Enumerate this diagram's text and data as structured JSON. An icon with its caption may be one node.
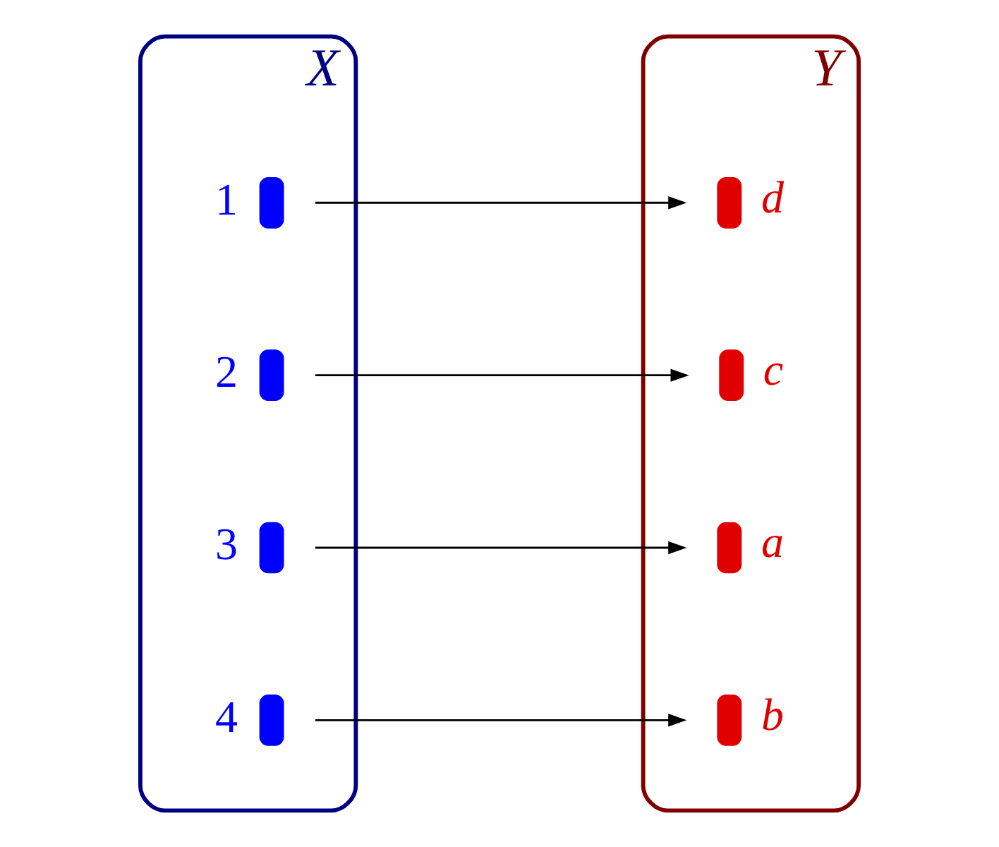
{
  "diagram": {
    "nodes": [
      {
        "text": [
          "X"
        ]
      },
      {
        "text": [
          "1"
        ],
        "in": 0
      },
      {
        "text": [
          "2"
        ],
        "in": 0
      },
      {
        "text": [
          "3"
        ],
        "in": 0
      },
      {
        "text": [
          "4"
        ],
        "in": 0
      },
      {
        "text": [
          "Y"
        ]
      },
      {
        "text": [
          "a"
        ],
        "in": 5
      },
      {
        "text": [
          "b"
        ],
        "in": 5
      },
      {
        "text": [
          "c"
        ],
        "in": 5
      },
      {
        "text": [
          "d"
        ],
        "in": 5
      }
    ],
    "edges": [
      {
        "from": 1,
        "to": 9,
        "arrow": "to"
      },
      {
        "from": 2,
        "to": 8,
        "arrow": "to"
      },
      {
        "from": 3,
        "to": 6,
        "arrow": "to"
      },
      {
        "from": 4,
        "to": 7,
        "arrow": "to"
      }
    ]
  }
}
